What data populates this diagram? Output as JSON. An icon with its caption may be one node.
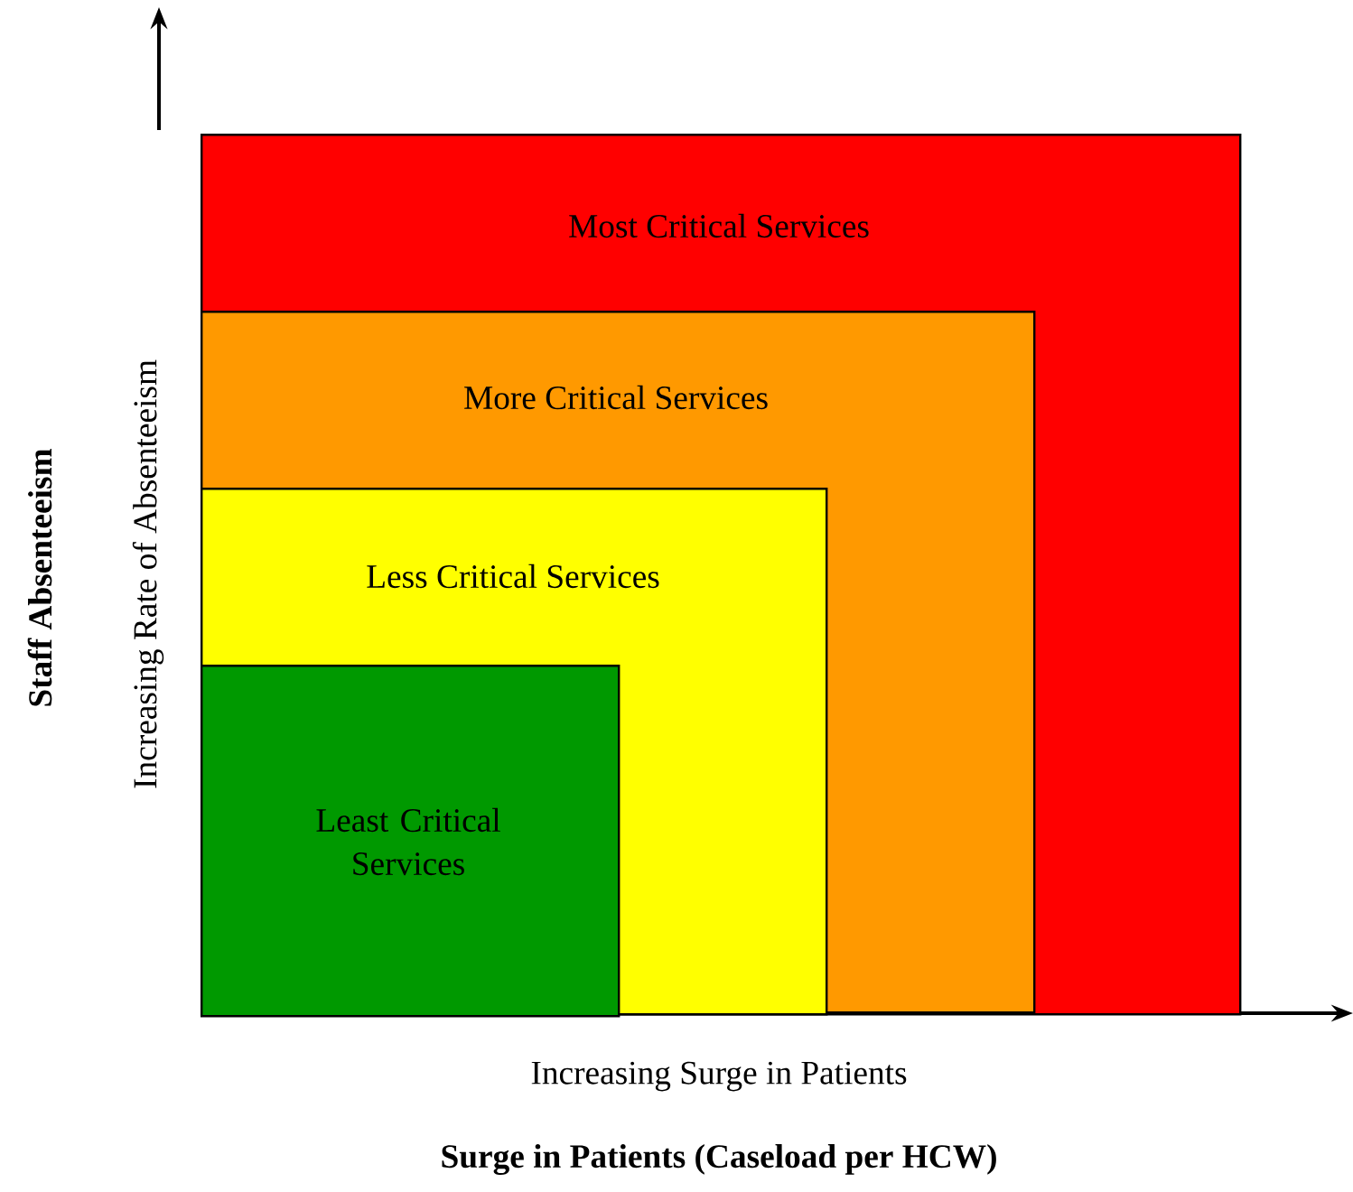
{
  "diagram": {
    "nodes": [
      {
        "text": [
          "Most Critical Services"
        ]
      },
      {
        "text": [
          "More Critical Services"
        ],
        "in": 0
      },
      {
        "text": [
          "Less Critical Services"
        ],
        "in": 1
      },
      {
        "text": [
          "Least Critical Services"
        ],
        "in": 2
      }
    ],
    "labels": [
      "Increasing Rate of Absenteeism",
      "Staff Absenteeism",
      "Increasing Surge in Patients",
      "Surge in Patients (Caseload per HCW)"
    ]
  }
}
